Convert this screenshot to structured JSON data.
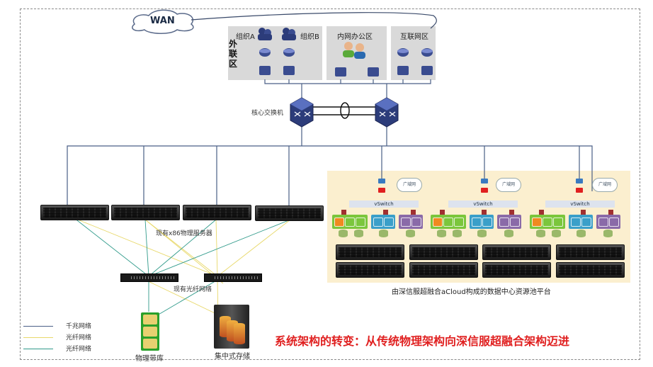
{
  "wan": {
    "label": "WAN"
  },
  "external_zone": {
    "label": "外联区",
    "org_a": "组织A",
    "org_b": "组织B"
  },
  "intranet_zone": {
    "label": "内网办公区"
  },
  "internet_zone": {
    "label": "互联网区"
  },
  "core": {
    "label": "核心交换机"
  },
  "servers": {
    "label": "现有x86物理服务器"
  },
  "fabric": {
    "label": "现有光纤网络"
  },
  "tape": {
    "label": "物理带库"
  },
  "storage": {
    "label": "集中式存储"
  },
  "pool": {
    "caption": "由深信服超融合aCloud构成的数据中心资源池平台",
    "clusters": [
      {
        "wan_label": "广域网",
        "vswitch_label": "vSwitch"
      },
      {
        "wan_label": "广域网",
        "vswitch_label": "vSwitch"
      },
      {
        "wan_label": "广域网",
        "vswitch_label": "vSwitch"
      }
    ]
  },
  "legend": [
    {
      "label": "千兆网络",
      "color": "#4a5f86"
    },
    {
      "label": "光纤网络",
      "color": "#e8d86a"
    },
    {
      "label": "光纤网络",
      "color": "#2f9a8a"
    }
  ],
  "title": "系统架构的转变：从传统物理架构向深信服超融合架构迈进",
  "colors": {
    "title": "#e02020",
    "link": "#4a5f86",
    "pool_bg": "#fbefcf",
    "zone_bg": "#d9d9d9"
  }
}
